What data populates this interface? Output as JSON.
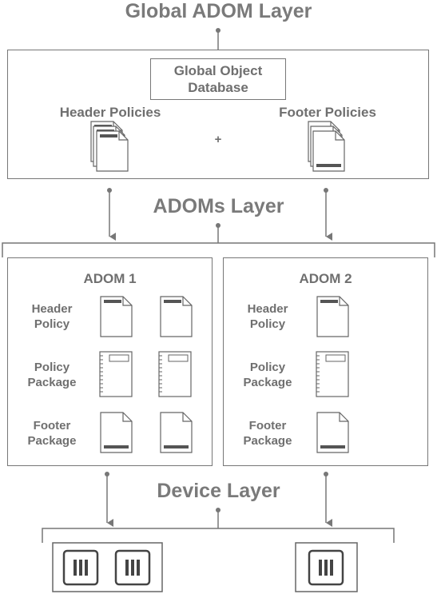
{
  "titles": {
    "global": "Global ADOM Layer",
    "adoms": "ADOMs Layer",
    "device": "Device Layer"
  },
  "global_layer": {
    "object_db_line1": "Global Object",
    "object_db_line2": "Database",
    "header_label": "Header Policies",
    "footer_label": "Footer Policies",
    "plus": "+"
  },
  "adoms": [
    {
      "name": "ADOM 1",
      "rows": [
        {
          "line1": "Header",
          "line2": "Policy"
        },
        {
          "line1": "Policy",
          "line2": "Package"
        },
        {
          "line1": "Footer",
          "line2": "Package"
        }
      ]
    },
    {
      "name": "ADOM 2",
      "rows": [
        {
          "line1": "Header",
          "line2": "Policy"
        },
        {
          "line1": "Policy",
          "line2": "Package"
        },
        {
          "line1": "Footer",
          "line2": "Package"
        }
      ]
    }
  ],
  "icons": {
    "header_doc": "header-policy-doc-icon",
    "policy_pkg": "policy-package-notebook-icon",
    "footer_doc": "footer-policy-doc-icon",
    "device": "fortigate-device-icon"
  },
  "colors": {
    "line": "#777777",
    "text": "#6f6f6f",
    "dark_bar": "#555555"
  }
}
